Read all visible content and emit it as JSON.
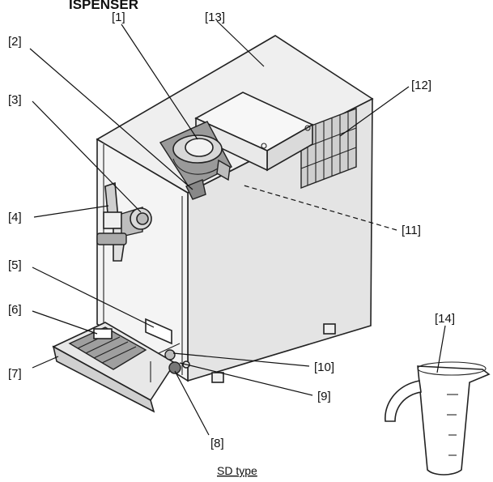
{
  "title": "ISPENSER",
  "caption": "SD type",
  "callouts": [
    {
      "id": "1",
      "text": "[1]"
    },
    {
      "id": "2",
      "text": "[2]"
    },
    {
      "id": "3",
      "text": "[3]"
    },
    {
      "id": "4",
      "text": "[4]"
    },
    {
      "id": "5",
      "text": "[5]"
    },
    {
      "id": "6",
      "text": "[6]"
    },
    {
      "id": "7",
      "text": "[7]"
    },
    {
      "id": "8",
      "text": "[8]"
    },
    {
      "id": "9",
      "text": "[9]"
    },
    {
      "id": "10",
      "text": "[10]"
    },
    {
      "id": "11",
      "text": "[11]"
    },
    {
      "id": "12",
      "text": "[12]"
    },
    {
      "id": "13",
      "text": "[13]"
    },
    {
      "id": "14",
      "text": "[14]"
    }
  ]
}
